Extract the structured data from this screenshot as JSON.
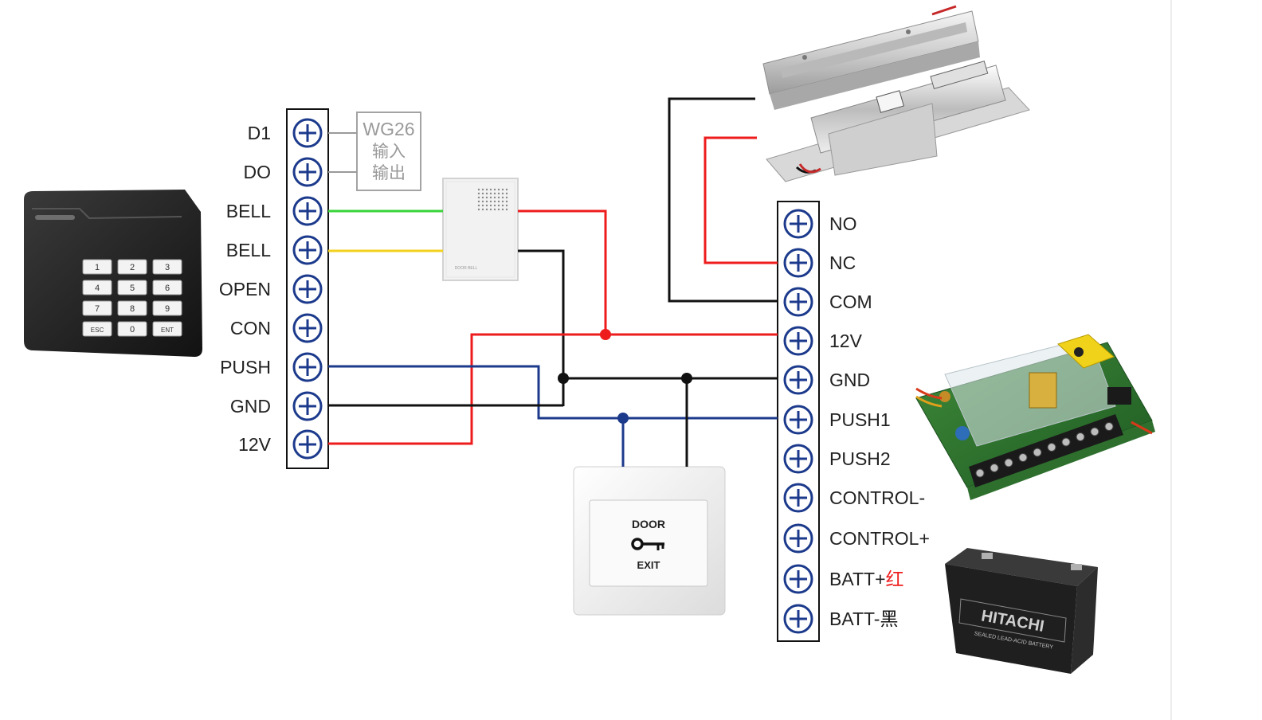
{
  "colors": {
    "red": "#ee1c1c",
    "black": "#111111",
    "blue": "#1c3a8c",
    "green": "#39d339",
    "yellow": "#f2d21e",
    "gray": "#9a9a9a",
    "terminal_ring": "#1c3a8c"
  },
  "reader": {
    "keys": [
      {
        "label": "1"
      },
      {
        "label": "2"
      },
      {
        "label": "3"
      },
      {
        "label": "4"
      },
      {
        "label": "5"
      },
      {
        "label": "6"
      },
      {
        "label": "7"
      },
      {
        "label": "8"
      },
      {
        "label": "9"
      },
      {
        "label": "ESC"
      },
      {
        "label": "0"
      },
      {
        "label": "ENT"
      }
    ]
  },
  "left_terminals": [
    {
      "label": "D1"
    },
    {
      "label": "DO"
    },
    {
      "label": "BELL"
    },
    {
      "label": "BELL"
    },
    {
      "label": "OPEN"
    },
    {
      "label": "CON"
    },
    {
      "label": "PUSH"
    },
    {
      "label": "GND"
    },
    {
      "label": "12V"
    }
  ],
  "right_terminals": [
    {
      "label": "NO"
    },
    {
      "label": "NC"
    },
    {
      "label": "COM"
    },
    {
      "label": "12V"
    },
    {
      "label": "GND"
    },
    {
      "label": "PUSH1"
    },
    {
      "label": "PUSH2"
    },
    {
      "label": "CONTROL-"
    },
    {
      "label": "CONTROL+"
    },
    {
      "label": "BATT+",
      "suffix": "红",
      "suffix_color": "#ee1c1c"
    },
    {
      "label": "BATT-",
      "suffix": "黑",
      "suffix_color": "#111111"
    }
  ],
  "wg26_box": {
    "line1": "WG26",
    "line2": "输入",
    "line3": "输出"
  },
  "doorbell": {
    "text": "DOOR BELL"
  },
  "exit_button": {
    "line1": "DOOR",
    "line2": "EXIT"
  },
  "battery": {
    "brand": "HITACHI",
    "subtitle": "SEALED LEAD-ACID BATTERY"
  }
}
